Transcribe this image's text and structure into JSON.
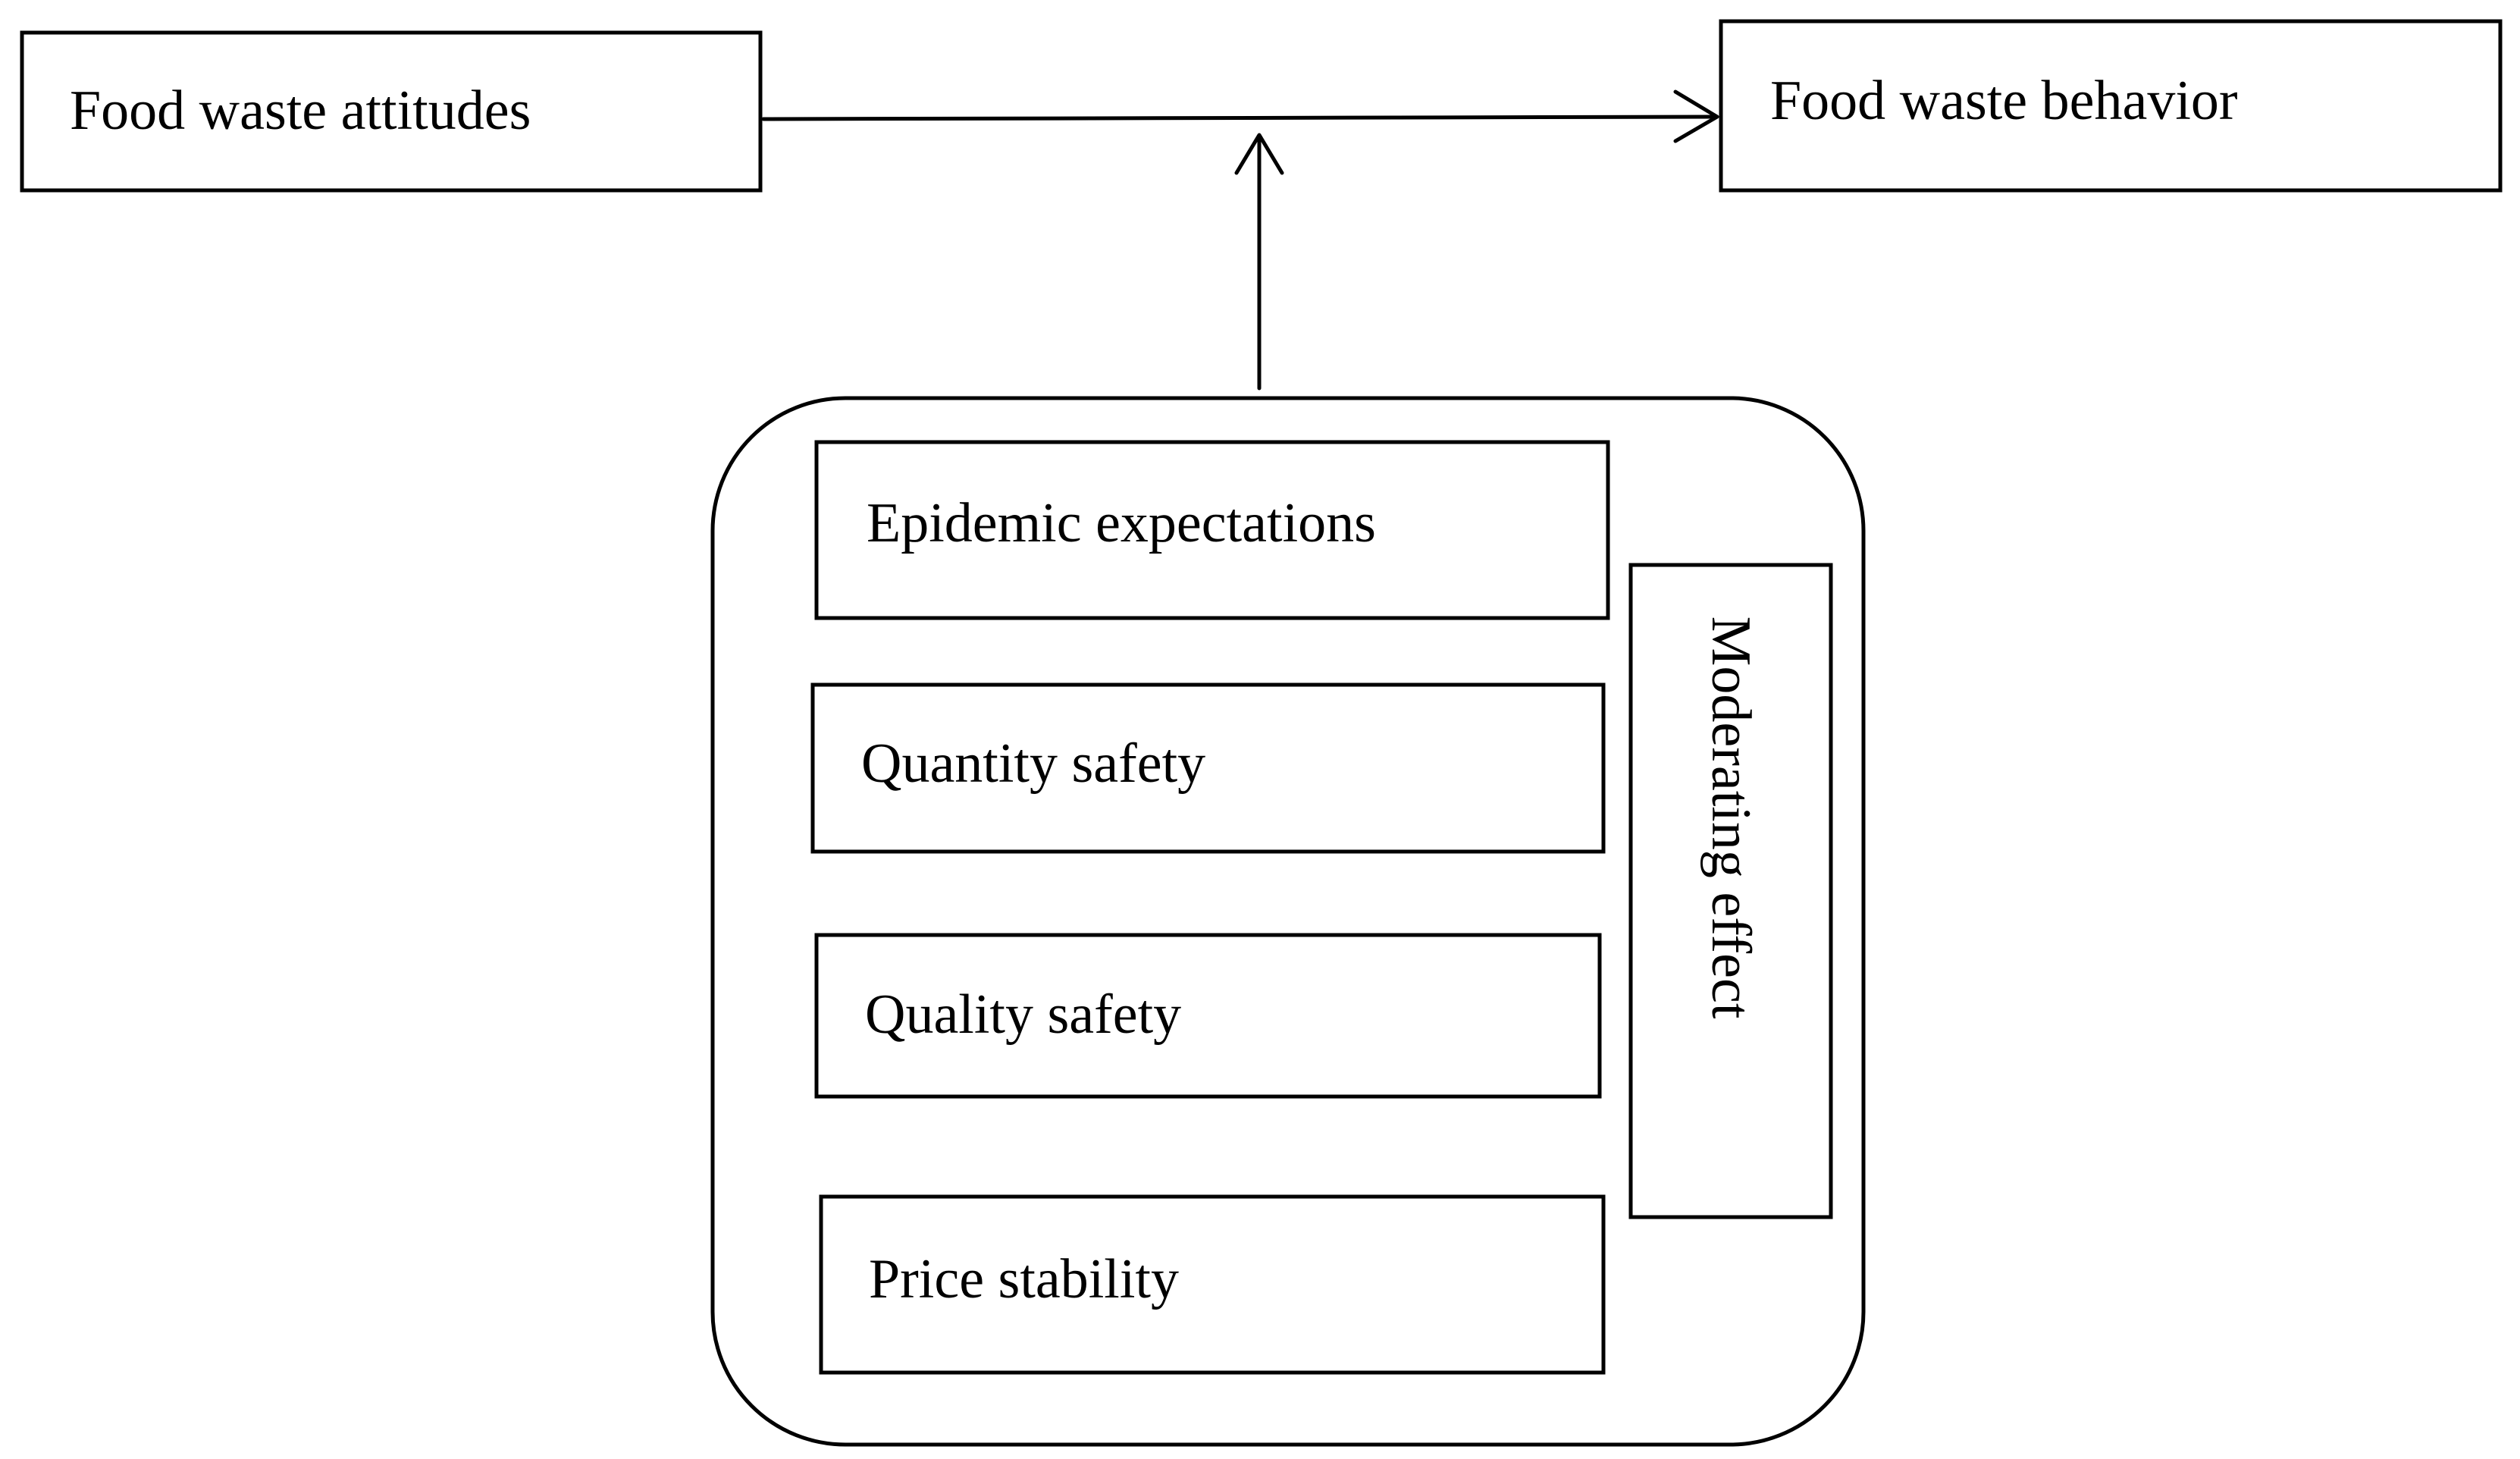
{
  "nodes": {
    "attitudes": "Food waste attitudes",
    "behavior": "Food waste behavior",
    "epidemic": "Epidemic expectations",
    "quantity": "Quantity safety",
    "quality": "Quality safety",
    "price": "Price stability",
    "moderating": "Moderating effect"
  }
}
